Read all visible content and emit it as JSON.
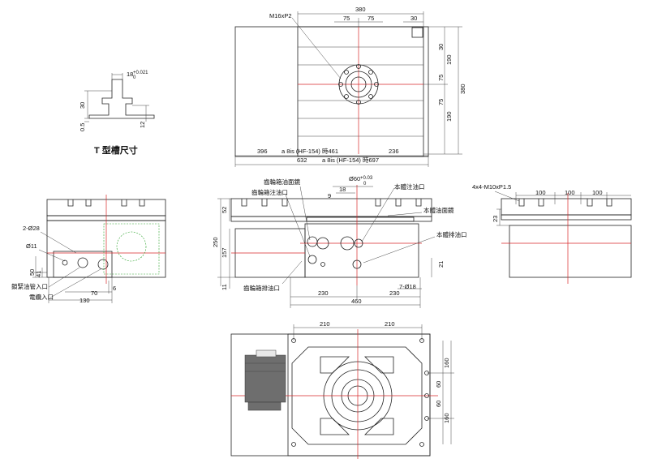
{
  "tslot": {
    "title": "T 型槽尺寸",
    "width": "18",
    "tolerance": "+0.021",
    "tolerance_low": "0",
    "depth": "30",
    "gap": "0.5",
    "base": "12"
  },
  "top_view": {
    "thread": "M16xP2",
    "d380_top": "380",
    "d75a": "75",
    "d75b": "75",
    "d30_top": "30",
    "r30": "30",
    "r190a": "190",
    "r75a": "75",
    "r75b": "75",
    "r190b": "190",
    "r380": "380",
    "b396": "396",
    "b461": "a 8is (HF-154) 時461",
    "b236": "236",
    "b632": "632",
    "b697": "a 8is (HF-154) 時697"
  },
  "front_view": {
    "oil_level": "齒輪箱油面鏡",
    "oil_fill": "齒輪箱注油口",
    "bore": "Ø60",
    "bore_tol": "+0.03",
    "bore_tol_low": "0",
    "d18": "18",
    "d9": "9",
    "main_fill": "本體注油口",
    "main_level": "本體油面鏡",
    "main_drain": "本體排油口",
    "gear_drain": "齒輪箱排油口",
    "h52": "52",
    "h250": "250",
    "h157": "157",
    "h11": "11",
    "h21": "21",
    "holes": "7-Ø18",
    "w230a": "230",
    "w230b": "230",
    "w460": "460"
  },
  "left_view": {
    "holes": "2-Ø28",
    "d11": "Ø11",
    "h50": "50",
    "h41": "41",
    "w70": "70",
    "w6": "6",
    "w130": "130",
    "clamp": "鎖緊油管入口",
    "power": "電纜入口"
  },
  "right_view": {
    "thread": "4x4-M10xP1.5",
    "p100a": "100",
    "p100b": "100",
    "p100c": "100",
    "h23": "23"
  },
  "bottom_view": {
    "w210a": "210",
    "w210b": "210",
    "v160a": "160",
    "v60a": "60",
    "v60b": "60",
    "v160b": "160"
  }
}
